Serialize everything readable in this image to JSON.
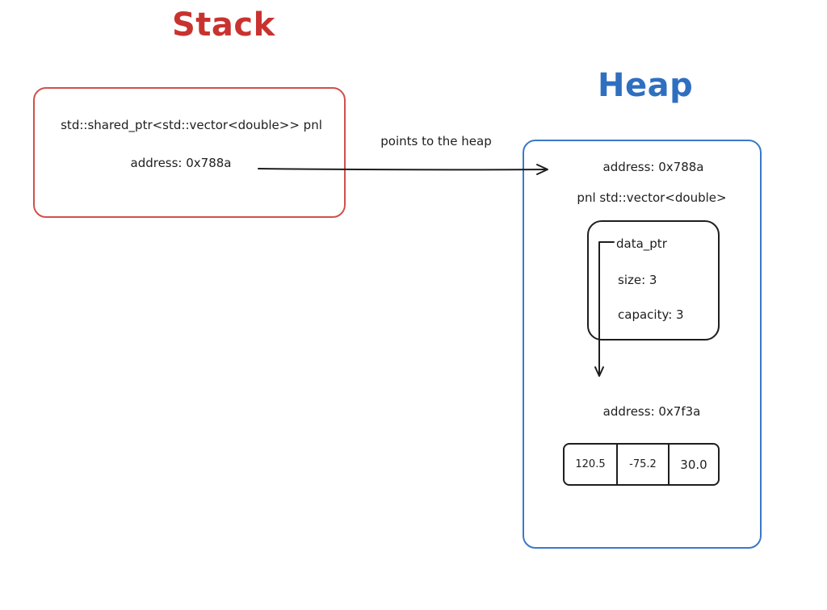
{
  "titles": {
    "stack": "Stack",
    "heap": "Heap"
  },
  "stack": {
    "declaration": "std::shared_ptr<std::vector<double>> pnl",
    "address": "address: 0x788a"
  },
  "arrow_label": "points to the heap",
  "heap": {
    "address": "address: 0x788a",
    "name": "pnl std::vector<double>",
    "vector_fields": {
      "data_ptr": "data_ptr",
      "size": "size: 3",
      "capacity": "capacity: 3"
    },
    "data_address": "address: 0x7f3a",
    "values": [
      "120.5",
      "-75.2",
      "30.0"
    ]
  },
  "colors": {
    "stack": "#c8332f",
    "heap": "#2f6fc0",
    "ink": "#1e1e1e"
  }
}
